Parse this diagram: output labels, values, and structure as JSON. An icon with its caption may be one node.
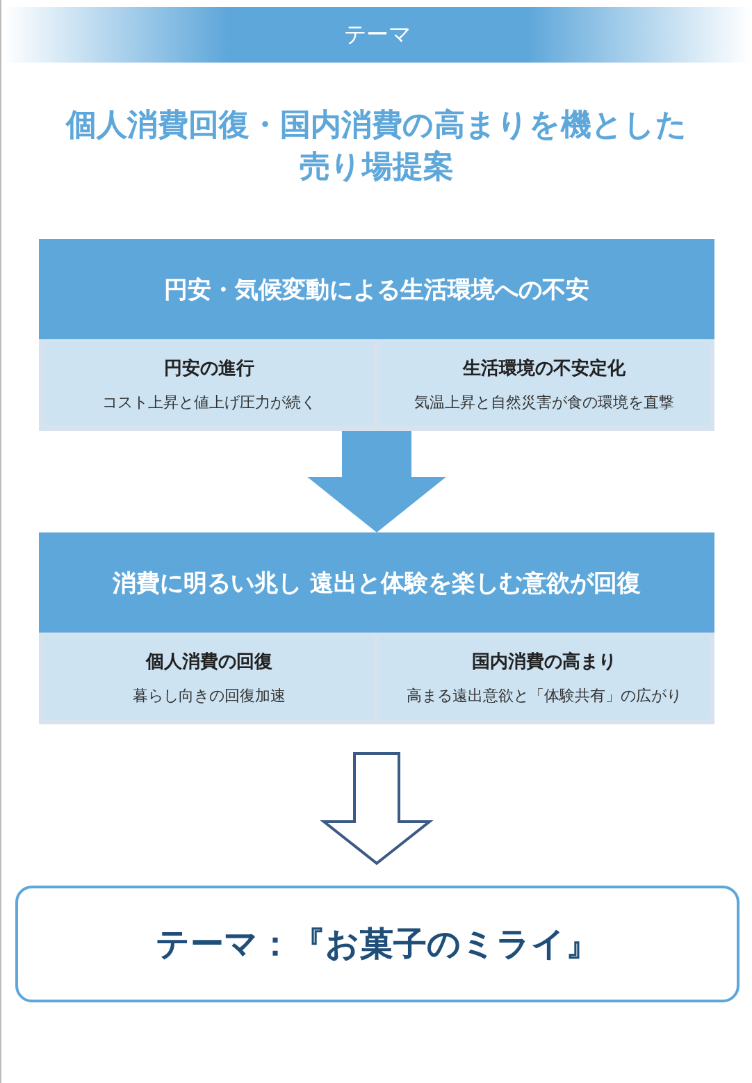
{
  "diagram": {
    "title": "個人消費回復・国内消費の高まりを機とした売り場提案",
    "nodes": [
      {
        "text": [
          "円安・気候変動による生活環境への不安"
        ]
      },
      {
        "text": [
          "円安の進行",
          "コスト上昇と値上げ圧力が続く"
        ],
        "in": 0
      },
      {
        "text": [
          "生活環境の不安定化",
          "気温上昇と自然災害が食の環境を直撃"
        ],
        "in": 0
      },
      {
        "text": [
          "消費に明るい兆し 遠出と体験を楽しむ意欲が回復"
        ]
      },
      {
        "text": [
          "個人消費の回復",
          "暮らし向きの回復加速"
        ],
        "in": 3
      },
      {
        "text": [
          "国内消費の高まり",
          "高まる遠出意欲と「体験共有」の広がり"
        ],
        "in": 3
      },
      {
        "text": [
          "テーマ：『お菓子のミライ』"
        ]
      }
    ],
    "edges": [
      {
        "from": 0,
        "to": 3,
        "arrow": "to",
        "style": "thick",
        "color": "#5ea7da"
      },
      {
        "from": 3,
        "to": 6,
        "arrow": "to",
        "style": "thick"
      }
    ],
    "labels": [
      "テーマ"
    ]
  }
}
